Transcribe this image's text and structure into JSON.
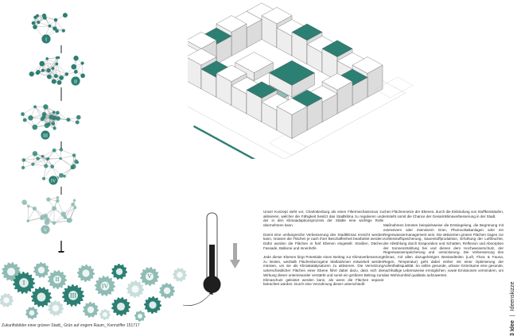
{
  "sheet": {
    "number": "3",
    "title": "Idee",
    "subtitle": "Ideenskizze"
  },
  "levels": [
    "I",
    "II",
    "III",
    "IV",
    "V"
  ],
  "cluster_numerals": [
    "I",
    "II",
    "III",
    "IV",
    "V"
  ],
  "caption": "Zukunftsbilder einer grünen Stadt_ Grün auf engem Raum_ Kennziffer 151717",
  "text": {
    "col1": [
      "Unser Konzept sieht vor, Charlottenburg als einen Filtermechanismus zu aktivieren, welcher die Fähigkeit besitzt das Stadtklima zu regulieren und der in den Klimaadaptionsprozess der Städte eine wichtige Rolle übernehmen kann.",
      "Damit eine umfangreiche Verbesserung des Stadtklimas erreicht werden kann, müssen die Flächen je nach ihrer Beschaffenheit bearbeitet werden. Dafür wurden die Flächen in fünf Ebenen eingeteilt: Straßen, Dächer, Fassade, Balkone und Innenhöfe",
      "Jede dieser Ebenen birgt Potentiale einen Beitrag zur Klimaverbesserung zu leisten, weshalb Flächenbezogene Maßnahmen entwickelt werden müssen, um sie als Klimakatalysatoren zu aktivieren. Die Vernetzung unterschiedlicher Flächen einer Ebene führt dabei dazu, dass sich die Wirkung dieser untereinander verstärkt und somit ein größerer Beitrag zum Klimaschutz geleistet werden kann, als wenn die Flächen separat betrachtet würden. Durch eine Verzahnung dieser unterschiedli-"
    ],
    "col2": [
      "chen Flächennetze der Ebenen, durch die Einbindung von Stoffkreisläufen, entsteht somit die Chance der Gesamtklimaverbesserung in der Stadt.",
      "Maßnahmen könnten beispielsweise die Entsiegelung, die Begrünung mit extensivem oder intensivem Grün, Photovoltaikanlagen oder ein Regenwassermanagement sein. Die aktivierten grünen Flächen tragen zur Kohlenstoffspeicherung, Sauerstoffproduktion, Erhöhung der Luftfeuchte, der Abkühlung durch Evaporation und Schatten, Reflexion und Absorption der Sonnenstrahlung bei und dienen dem Hochwasserschutz, der Regenwasserspeicherung und -versickerung. Die Verbesserung des Klimas, mit allen dazugehörigen Bestandteilen (Luft, Flora & Fauna, Regen, Temperatur) geht dabei einher mit einer Optimierung der Aufenthaltsqualität. So sollen gesunde, urbane Grünräume eine gesunde, nachhaltige Lebensweise ermöglichen, sowie Emissionen vermindern, um das Wohnumfeld qualitativ aufzuwerten."
    ]
  },
  "colors": {
    "teal": "#2c7f73",
    "teal_light": "#8fbcb5",
    "teal_pale": "#c9dedb",
    "dark": "#1f1f1f"
  }
}
